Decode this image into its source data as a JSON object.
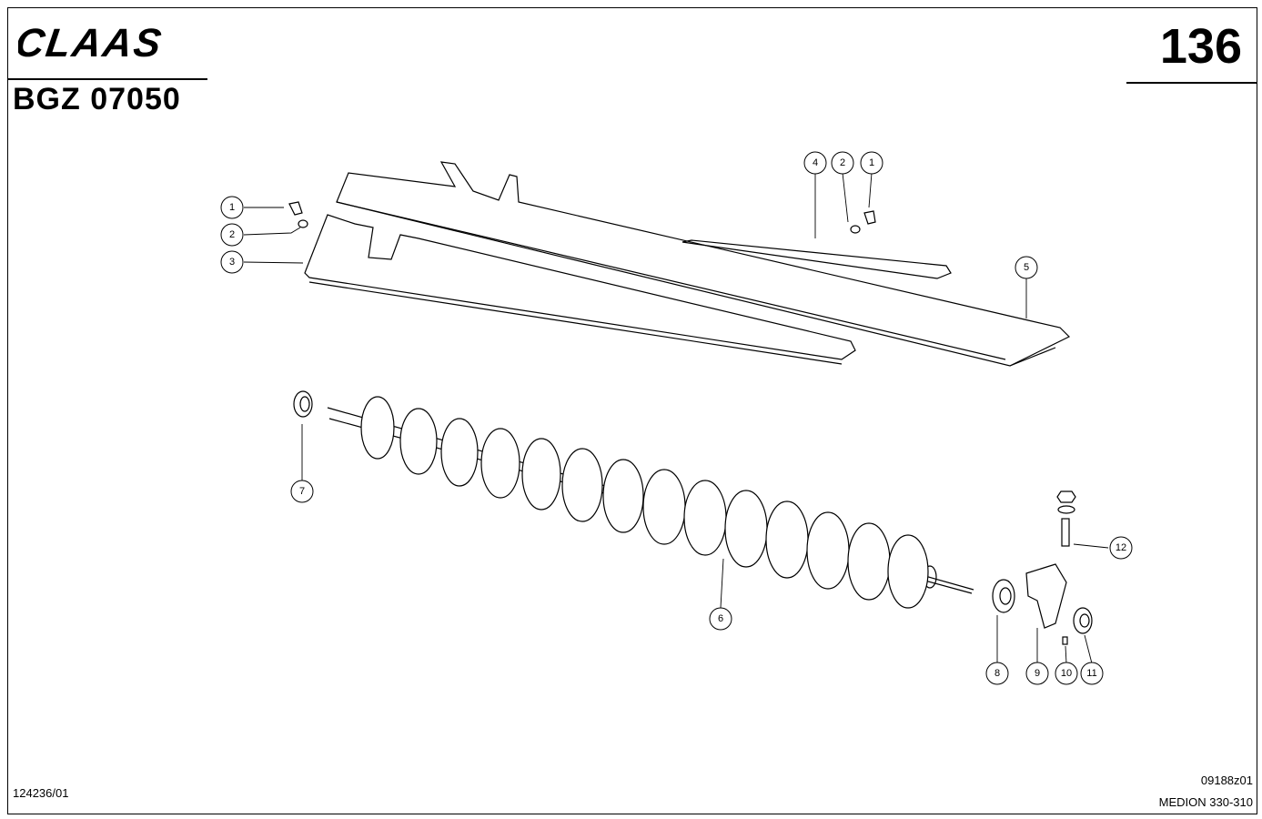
{
  "header": {
    "brand": "CLAAS",
    "model_code": "BGZ 07050",
    "page_number": "136"
  },
  "footer": {
    "drawing_number": "124236/01",
    "figure_code": "09188z01",
    "machine": "MEDION 330-310"
  },
  "callouts": {
    "c1_left": "1",
    "c2_left": "2",
    "c3": "3",
    "c4": "4",
    "c2_right": "2",
    "c1_right": "1",
    "c5": "5",
    "c6": "6",
    "c7": "7",
    "c8": "8",
    "c9": "9",
    "c10": "10",
    "c11": "11",
    "c12": "12"
  }
}
